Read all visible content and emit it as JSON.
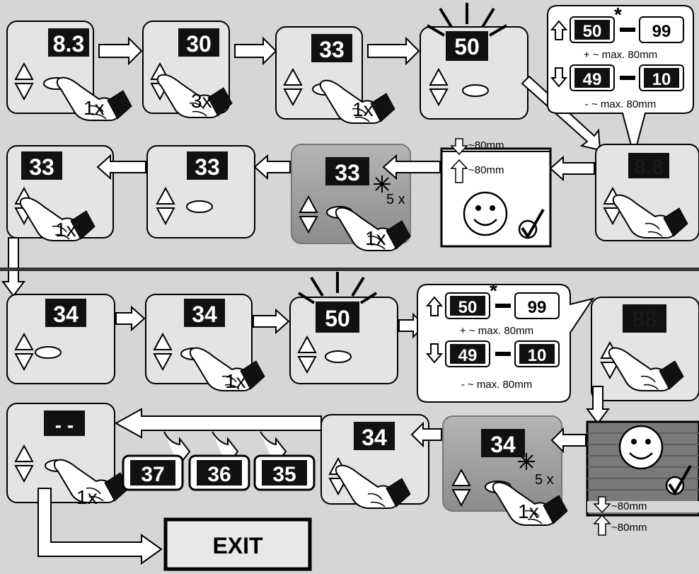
{
  "colors": {
    "background": "#d6d6d6",
    "panel": "#e4e4e4",
    "panel_dark": "#9a9a9a",
    "display_bg": "#111111",
    "display_fg": "#ffffff",
    "outline": "#000000"
  },
  "row1": {
    "displays": [
      "8.3",
      "30",
      "33",
      "50"
    ],
    "counts": [
      "1x",
      "3x",
      "1x"
    ]
  },
  "callout_top": {
    "up_range": [
      "50",
      "99"
    ],
    "up_label": "+ ~ max. 80mm",
    "down_range": [
      "49",
      "10"
    ],
    "down_label": "- ~ max. 80mm",
    "asterisk": "*"
  },
  "row2": {
    "displays": [
      "33",
      "33",
      "33",
      "8.8"
    ],
    "counts": [
      "1x",
      "1x"
    ],
    "blink_count": "5 x",
    "travel_down": "~80mm",
    "travel_up": "~80mm"
  },
  "row3": {
    "displays": [
      "34",
      "34",
      "50",
      "88"
    ],
    "counts": [
      "1x"
    ]
  },
  "callout_bottom": {
    "up_range": [
      "50",
      "99"
    ],
    "up_label": "+ ~ max. 80mm",
    "down_range": [
      "49",
      "10"
    ],
    "down_label": "- ~ max. 80mm",
    "asterisk": "*"
  },
  "row4": {
    "displays": [
      "- -",
      "34",
      "34"
    ],
    "memory_slots": [
      "37",
      "36",
      "35"
    ],
    "counts": [
      "1x",
      "1x"
    ],
    "blink_count": "5 x",
    "travel_down": "~80mm",
    "travel_up": "~80mm"
  },
  "exit_label": "EXIT"
}
